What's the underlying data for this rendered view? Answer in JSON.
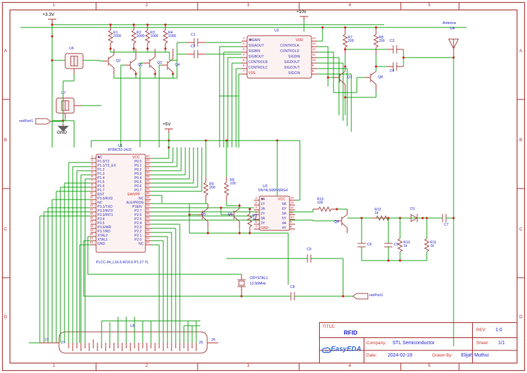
{
  "sheet": {
    "border_rows": [
      "A",
      "B",
      "C",
      "D"
    ],
    "border_cols": [
      "1",
      "2",
      "3",
      "4",
      "5"
    ]
  },
  "title_block": {
    "title_label": "TITLE:",
    "title_value": "RFID",
    "rev_label": "REV:",
    "rev_value": "1.0",
    "company_label": "Company:",
    "company_value": "STL Semiconductor",
    "sheet_label": "Sheet:",
    "sheet_value": "1/1",
    "date_label": "Date:",
    "date_value": "2024-02-19",
    "drawn_label": "Drawn By:",
    "drawn_value": "Elijah Muthui",
    "logo_text": "EasyEDA"
  },
  "power_nets": [
    {
      "name": "+3.3V"
    },
    {
      "name": "+10v"
    },
    {
      "name": "+5V"
    },
    {
      "name": "GND"
    }
  ],
  "net_ports": [
    {
      "name": "netPort1"
    },
    {
      "name": "netPort1"
    }
  ],
  "u1": {
    "ref": "U1",
    "part": "AT89C52-24JC",
    "footprint": "PLCC-44_L16.6-W16.6-P1.27-TL",
    "left_pins": [
      {
        "num": "1",
        "name": "NC"
      },
      {
        "num": "2",
        "name": "P1.0/T2"
      },
      {
        "num": "3",
        "name": "P1.1/T2_EX"
      },
      {
        "num": "4",
        "name": "P1.2"
      },
      {
        "num": "5",
        "name": "P1.3"
      },
      {
        "num": "6",
        "name": "P1.4"
      },
      {
        "num": "7",
        "name": "P1.5"
      },
      {
        "num": "8",
        "name": "P1.6"
      },
      {
        "num": "9",
        "name": "P1.7"
      },
      {
        "num": "10",
        "name": "RST"
      },
      {
        "num": "11",
        "name": "P3.0/RXD"
      },
      {
        "num": "12",
        "name": "NC"
      },
      {
        "num": "13",
        "name": "P3.1/TXD"
      },
      {
        "num": "14",
        "name": "P3.2/INT0"
      },
      {
        "num": "15",
        "name": "P3.3/INT1"
      },
      {
        "num": "16",
        "name": "P3.4"
      },
      {
        "num": "17",
        "name": "P3.5"
      },
      {
        "num": "18",
        "name": "P3.6/WR"
      },
      {
        "num": "19",
        "name": "P3.7/RD"
      },
      {
        "num": "20",
        "name": "XTAL2"
      },
      {
        "num": "21",
        "name": "XTAL1"
      },
      {
        "num": "22",
        "name": "GND"
      }
    ],
    "right_pins": [
      {
        "num": "44",
        "name": "VCC",
        "power": true
      },
      {
        "num": "43",
        "name": "P0.0"
      },
      {
        "num": "42",
        "name": "P0.1"
      },
      {
        "num": "41",
        "name": "P0.2"
      },
      {
        "num": "40",
        "name": "P0.3"
      },
      {
        "num": "39",
        "name": "P0.4"
      },
      {
        "num": "38",
        "name": "P0.5"
      },
      {
        "num": "37",
        "name": "P0.6"
      },
      {
        "num": "36",
        "name": "P0.7"
      },
      {
        "num": "35",
        "name": "EA/VPP",
        "power": true
      },
      {
        "num": "34",
        "name": "NC"
      },
      {
        "num": "33",
        "name": "ALE/PROG"
      },
      {
        "num": "32",
        "name": "PSEN"
      },
      {
        "num": "31",
        "name": "P2.7"
      },
      {
        "num": "30",
        "name": "P2.6"
      },
      {
        "num": "29",
        "name": "P2.5"
      },
      {
        "num": "28",
        "name": "P2.4"
      },
      {
        "num": "27",
        "name": "P2.3"
      },
      {
        "num": "26",
        "name": "P2.2"
      },
      {
        "num": "25",
        "name": "P2.1"
      },
      {
        "num": "24",
        "name": "P2.0"
      },
      {
        "num": "23",
        "name": "NC"
      }
    ]
  },
  "u2": {
    "ref": "U2",
    "left_pins": [
      {
        "num": "1",
        "name": "SIGAIN"
      },
      {
        "num": "2",
        "name": "SIGAOUT"
      },
      {
        "num": "3",
        "name": "SIGBIN"
      },
      {
        "num": "4",
        "name": "SIGBOUT"
      },
      {
        "num": "5",
        "name": "CONTROLB"
      },
      {
        "num": "6",
        "name": "CONTROLC"
      },
      {
        "num": "7",
        "name": "VSS"
      }
    ],
    "right_pins": [
      {
        "num": "14",
        "name": "VDD",
        "power": true
      },
      {
        "num": "13",
        "name": "CONTROLA"
      },
      {
        "num": "12",
        "name": "CONTROLD"
      },
      {
        "num": "11",
        "name": "SIGDIN"
      },
      {
        "num": "10",
        "name": "SIGDOUT"
      },
      {
        "num": "9",
        "name": "SIGCOUT"
      },
      {
        "num": "8",
        "name": "SIGCIN"
      }
    ]
  },
  "u3": {
    "ref": "U3",
    "part": "SN74LS06NSRG4",
    "left_pins": [
      {
        "num": "1",
        "name": "1A"
      },
      {
        "num": "2",
        "name": "1Y"
      },
      {
        "num": "3",
        "name": "2A"
      },
      {
        "num": "4",
        "name": "2Y"
      },
      {
        "num": "5",
        "name": "3A"
      },
      {
        "num": "6",
        "name": "3Y"
      },
      {
        "num": "7",
        "name": "GND",
        "power": true
      }
    ],
    "right_pins": [
      {
        "num": "14",
        "name": "VCC",
        "power": true
      },
      {
        "num": "13",
        "name": "6A"
      },
      {
        "num": "12",
        "name": "6Y"
      },
      {
        "num": "11",
        "name": "5A"
      },
      {
        "num": "10",
        "name": "5Y"
      },
      {
        "num": "9",
        "name": "4A"
      },
      {
        "num": "8",
        "name": "4Y"
      }
    ]
  },
  "u4": {
    "ref": "U4",
    "name": "Antenna"
  },
  "u5": {
    "ref": "U5",
    "pin_left": "27",
    "pin_right": "26"
  },
  "u6": {
    "ref": "U6"
  },
  "u7": {
    "ref": "U7"
  },
  "resistors": [
    {
      "ref": "R1",
      "value": "2000"
    },
    {
      "ref": "R2",
      "value": "2000"
    },
    {
      "ref": "R3",
      "value": "1000"
    },
    {
      "ref": "R4",
      "value": "1000"
    },
    {
      "ref": "R5",
      "value": "200"
    },
    {
      "ref": "R6",
      "value": "100"
    },
    {
      "ref": "R7",
      "value": "200"
    },
    {
      "ref": "R8",
      "value": "200"
    },
    {
      "ref": "R9",
      "value": "1k"
    },
    {
      "ref": "R10",
      "value": "1k"
    },
    {
      "ref": "R11",
      "value": "1k"
    },
    {
      "ref": "R12",
      "value": "1k"
    },
    {
      "ref": "R13",
      "value": "100"
    }
  ],
  "capacitors": [
    {
      "ref": "C1"
    },
    {
      "ref": "C2"
    },
    {
      "ref": "C3"
    },
    {
      "ref": "C4"
    },
    {
      "ref": "C5"
    },
    {
      "ref": "C6"
    },
    {
      "ref": "C7"
    },
    {
      "ref": "C8"
    },
    {
      "ref": "C9"
    }
  ],
  "transistors": [
    {
      "ref": "Q1"
    },
    {
      "ref": "Q2"
    },
    {
      "ref": "Q3"
    },
    {
      "ref": "Q4"
    },
    {
      "ref": "Q5"
    },
    {
      "ref": "Q6"
    },
    {
      "ref": "Q7"
    },
    {
      "ref": "Q8"
    },
    {
      "ref": "Q9"
    }
  ],
  "diodes": [
    {
      "ref": "D1"
    }
  ],
  "crystal": {
    "ref": "CRYSTAL1",
    "value": "13.56MHz"
  }
}
